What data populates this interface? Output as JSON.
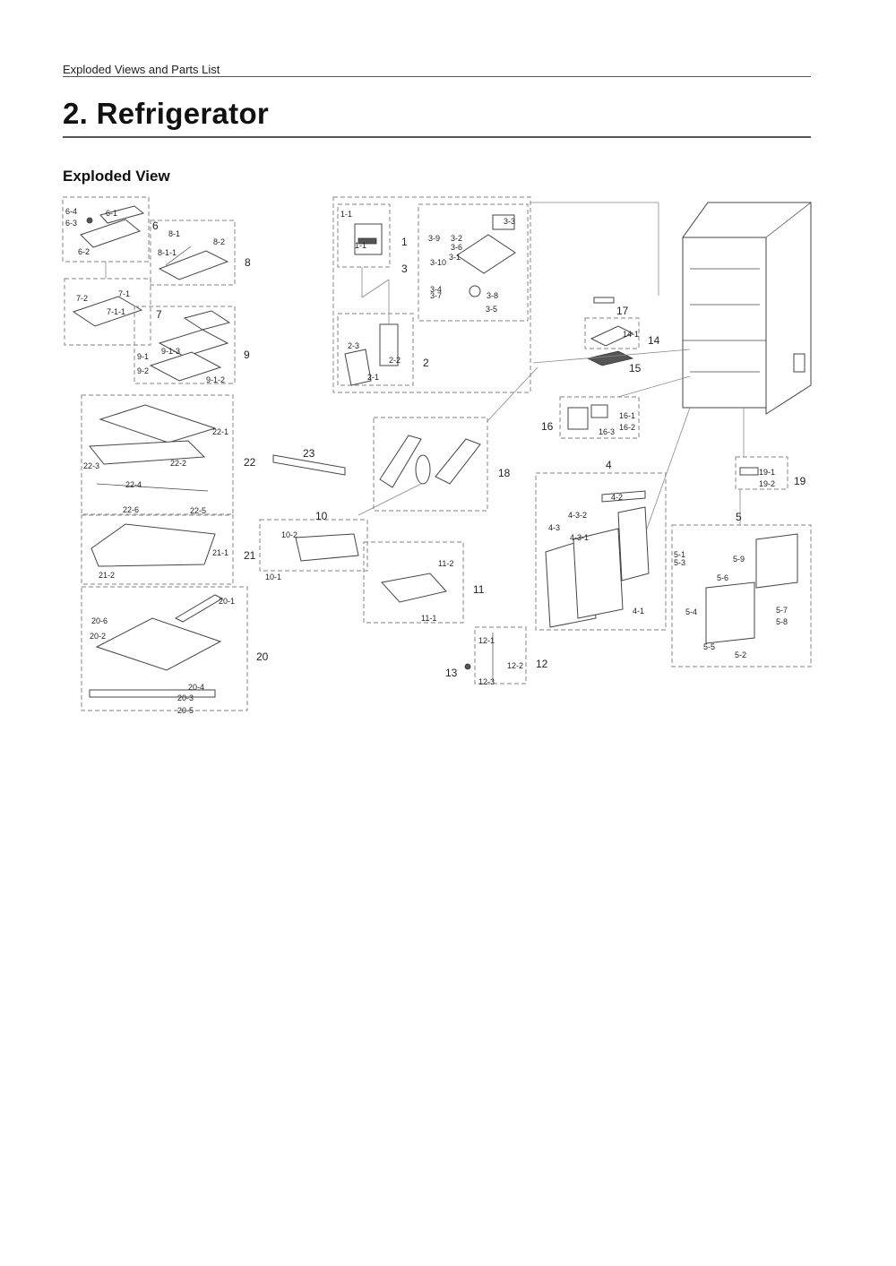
{
  "header": {
    "section_text": "Exploded Views and Parts List",
    "title": "2.  Refrigerator",
    "subtitle": "Exploded View"
  },
  "callouts": [
    "6-4",
    "6-3",
    "6-1",
    "6-2",
    "6",
    "8-1",
    "8-2",
    "8-1-1",
    "8",
    "7-2",
    "7-1",
    "7-1-1",
    "7",
    "9-1",
    "9-1-3",
    "9-2",
    "9-1-2",
    "9",
    "1-1",
    "1-1",
    "1",
    "3-9",
    "3-2",
    "3-3",
    "3-6",
    "3-1",
    "3-10",
    "3",
    "3-4",
    "3-7",
    "3-8",
    "3-5",
    "2-3",
    "2-2",
    "2",
    "2-1",
    "17",
    "14",
    "14-1",
    "15",
    "16",
    "16-1",
    "16-3",
    "16-2",
    "22-1",
    "22-2",
    "22",
    "22-3",
    "22-4",
    "22-6",
    "22-5",
    "23",
    "18",
    "4",
    "4-2",
    "4-3",
    "4-3-2",
    "4-3-1",
    "4-1",
    "19-1",
    "19-2",
    "19",
    "5",
    "5-1",
    "5-3",
    "5-9",
    "5-6",
    "5-4",
    "5-7",
    "5-8",
    "5-5",
    "5-2",
    "21-1",
    "21",
    "21-2",
    "10",
    "10-2",
    "10-1",
    "11-2",
    "11",
    "11-1",
    "20-1",
    "20-6",
    "20-2",
    "20",
    "20-4",
    "20-3",
    "20-5",
    "12-1",
    "13",
    "12-2",
    "12",
    "12-3"
  ]
}
